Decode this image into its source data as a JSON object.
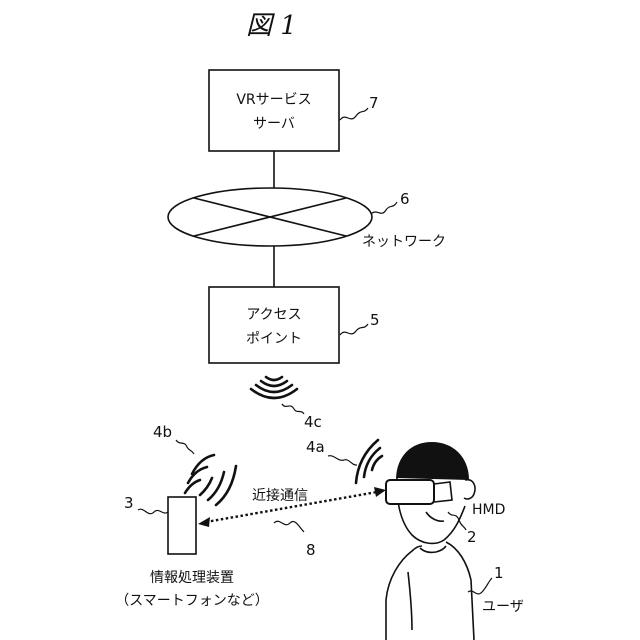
{
  "figure": {
    "title": "図 1"
  },
  "nodes": {
    "vr_server": {
      "label_line1": "VRサービス",
      "label_line2": "サーバ",
      "ref": "7"
    },
    "network": {
      "label": "ネットワーク",
      "ref": "6"
    },
    "access_point": {
      "label_line1": "アクセス",
      "label_line2": "ポイント",
      "ref": "5"
    },
    "ap_signal": {
      "ref": "4c"
    },
    "device": {
      "label_line1": "情報処理装置",
      "label_line2": "（スマートフォンなど）",
      "ref": "3"
    },
    "device_signal": {
      "ref": "4b"
    },
    "hmd_signal": {
      "ref": "4a"
    },
    "hmd": {
      "label": "HMD",
      "ref": "2"
    },
    "user": {
      "label": "ユーザ",
      "ref": "1"
    },
    "near_field": {
      "label": "近接通信",
      "ref": "8"
    }
  }
}
